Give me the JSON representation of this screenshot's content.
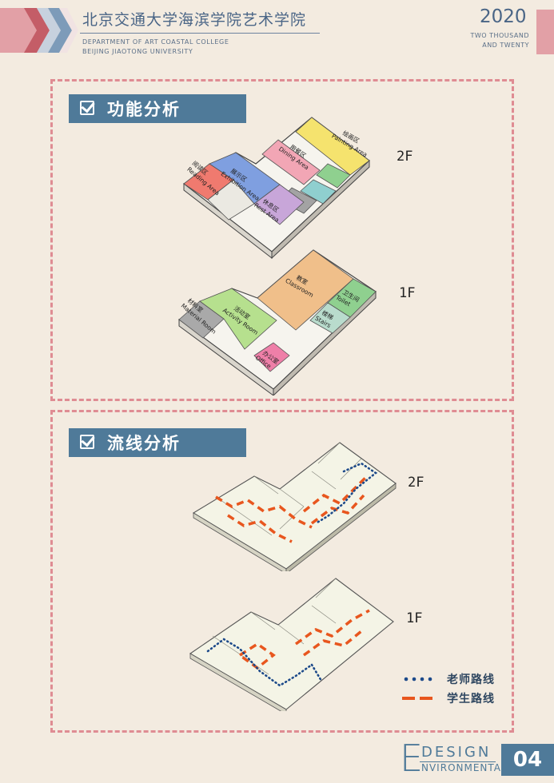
{
  "header": {
    "title": "北京交通大学海滨学院艺术学院",
    "subtitle_line1": "DEPARTMENT OF ART COASTAL COLLEGE",
    "subtitle_line2": "BEIJING JIAOTONG UNIVERSITY",
    "year": "2020",
    "year_line1": "TWO THOUSAND",
    "year_line2": "AND TWENTY"
  },
  "colors": {
    "accent_blue": "#4f7a99",
    "dash_pink": "#df8c93",
    "teacher_route": "#1d4a8a",
    "student_route": "#e8561e"
  },
  "section1": {
    "title": "功能分析",
    "icon": "checkbox-icon",
    "floor_2": "2F",
    "floor_1": "1F",
    "rooms_2f": [
      {
        "cn": "绘画区",
        "en": "Painting Area",
        "color": "#f5e36e"
      },
      {
        "cn": "用餐区",
        "en": "Dining Area",
        "color": "#f2a6b5"
      },
      {
        "cn": "阅读区",
        "en": "Reading Area",
        "color": "#f07a6f"
      },
      {
        "cn": "展示区",
        "en": "Exhibition Area",
        "color": "#7f9fe0"
      },
      {
        "cn": "休息区",
        "en": "Rest Area",
        "color": "#c8a6d9"
      }
    ],
    "rooms_1f": [
      {
        "cn": "教室",
        "en": "Classroom",
        "color": "#f0bf8a"
      },
      {
        "cn": "卫生间",
        "en": "Toilet",
        "color": "#8fd08f"
      },
      {
        "cn": "材料室",
        "en": "Material Room",
        "color": "#a9a9a9"
      },
      {
        "cn": "活动室",
        "en": "Activity Room",
        "color": "#b6e08e"
      },
      {
        "cn": "楼梯",
        "en": "Stairs",
        "color": "#b9dccd"
      },
      {
        "cn": "办公室",
        "en": "Office",
        "color": "#ef7fa8"
      }
    ]
  },
  "section2": {
    "title": "流线分析",
    "icon": "checkbox-icon",
    "floor_2": "2F",
    "floor_1": "1F",
    "legend": [
      {
        "label": "老师路线",
        "style": "dotted"
      },
      {
        "label": "学生路线",
        "style": "dashed"
      }
    ]
  },
  "footer": {
    "letter": "E",
    "design": "DESIGN",
    "environmental": "NVIRONMENTAL",
    "page": "04"
  }
}
